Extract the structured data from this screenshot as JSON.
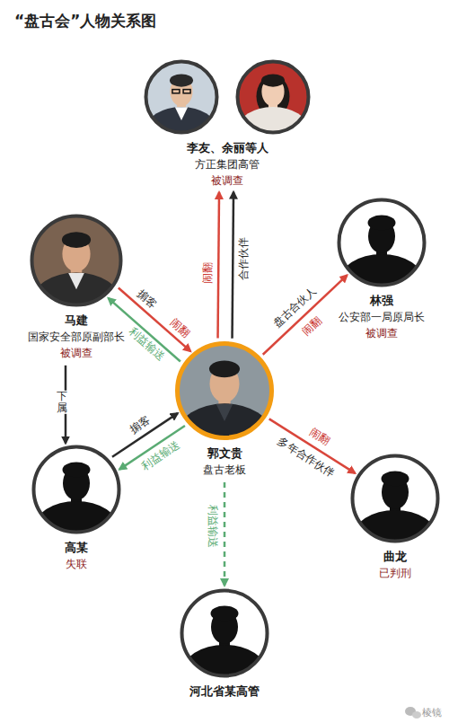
{
  "diagram": {
    "title": "“盘古会”人物关系图",
    "nodes": [
      {
        "text": [
          "李友、余丽等人",
          "方正集团高管",
          "被调查"
        ]
      },
      {
        "text": [
          "马建",
          "国家安全部原副部长",
          "被调查"
        ]
      },
      {
        "text": [
          "林强",
          "公安部一局原局长",
          "被调查"
        ]
      },
      {
        "text": [
          "郭文贵",
          "盘古老板"
        ]
      },
      {
        "text": [
          "高某",
          "失联"
        ]
      },
      {
        "text": [
          "曲龙",
          "已判刑"
        ]
      },
      {
        "text": [
          "河北省某高管"
        ]
      }
    ],
    "edges": [
      {
        "from": 1,
        "to": 3,
        "arrow": "to",
        "label": "掮客"
      },
      {
        "from": 3,
        "to": 1,
        "arrow": "to",
        "label": "利益输送"
      },
      {
        "from": 3,
        "to": 0,
        "arrow": "to",
        "label": "合作伙伴"
      },
      {
        "from": 3,
        "to": 0,
        "arrow": "to",
        "label": "闹翻"
      },
      {
        "from": 3,
        "to": 2,
        "arrow": "to",
        "label": "盘古合伙人"
      },
      {
        "from": 1,
        "to": 4,
        "arrow": "to",
        "label": "下属"
      },
      {
        "from": 4,
        "to": 3,
        "arrow": "to",
        "label": "掮客"
      },
      {
        "from": 3,
        "to": 4,
        "arrow": "to",
        "label": "利益输送"
      },
      {
        "from": 3,
        "to": 5,
        "arrow": "to",
        "label": "多年合作伙伴"
      },
      {
        "from": 3,
        "to": 6,
        "arrow": "to",
        "label": "利益输送"
      }
    ],
    "labels": [
      "闹翻",
      "闹翻",
      "闹翻",
      "棱镜"
    ]
  }
}
